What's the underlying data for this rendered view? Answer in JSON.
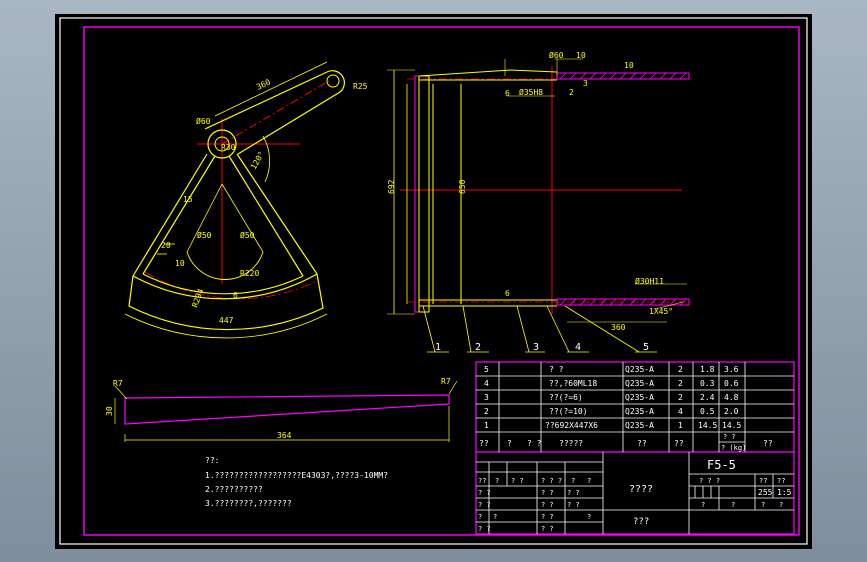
{
  "colors": {
    "frame": "#ffffff",
    "border": "#ff00ff",
    "outline": "#ffff00",
    "center": "#ff0000",
    "text": "#ffffff",
    "background": "#000000",
    "app_background": "#95a3b2"
  },
  "views": {
    "fan_plate": {
      "dims": [
        "360",
        "R25",
        "Ø60",
        "R30",
        "120°",
        "15",
        "20",
        "10",
        "Ø50",
        "Ø50",
        "R220",
        "6",
        "R294",
        "447"
      ]
    },
    "side_view": {
      "dims": [
        "Ø60",
        "10",
        "6",
        "Ø35H8",
        "2",
        "3",
        "10",
        "692",
        "650",
        "Ø30H11",
        "6",
        "1X45°",
        "360"
      ],
      "balloons": [
        "1",
        "2",
        "3",
        "4",
        "5"
      ]
    },
    "strip_view": {
      "dims": [
        "R7",
        "R7",
        "30",
        "364"
      ]
    }
  },
  "notes": {
    "title": "??:",
    "lines": [
      "1.??????????????????E4303?,????3-10MM?",
      "2.??????????",
      "3.????????,???????"
    ]
  },
  "bom": {
    "rows": [
      {
        "no": "5",
        "name": "? ?",
        "material": "Q235-A",
        "qty": "2",
        "unit": "1.8",
        "total": "3.6"
      },
      {
        "no": "4",
        "name": "??,?60ML18",
        "material": "Q235-A",
        "qty": "2",
        "unit": "0.3",
        "total": "0.6"
      },
      {
        "no": "3",
        "name": "??(?=6)",
        "material": "Q235-A",
        "qty": "2",
        "unit": "2.4",
        "total": "4.8"
      },
      {
        "no": "2",
        "name": "??(?=10)",
        "material": "Q235-A",
        "qty": "4",
        "unit": "0.5",
        "total": "2.0"
      },
      {
        "no": "1",
        "name": "??692X447X6",
        "material": "Q235-A",
        "qty": "1",
        "unit": "14.5",
        "total": "14.5"
      }
    ],
    "header": {
      "no": "??",
      "code": "?",
      "name": "? ?",
      "material": "?????",
      "qty": "??",
      "mat2": "??",
      "weight_top": "? ?",
      "weight_bottom": "? (kg)",
      "remark": "??"
    }
  },
  "title_block": {
    "drawing_no": "F5-5",
    "name_box": "????",
    "company_box": "???",
    "left_grid": [
      "??",
      "?",
      "? ?",
      "? ? ?",
      "?",
      "?",
      "? ?",
      "? ?",
      "? ?",
      "? ?",
      "?",
      "?",
      "? ?",
      "? ?",
      "? ?",
      "? ?",
      "? ?",
      "?"
    ],
    "right_labels": {
      "stage": "? ? ?",
      "weight": "??",
      "scale": "??",
      "weight_val": "255",
      "scale_val": "1:5",
      "sheet": "?",
      "sheets": "?",
      "ver": "?",
      "ver2": "?"
    }
  }
}
